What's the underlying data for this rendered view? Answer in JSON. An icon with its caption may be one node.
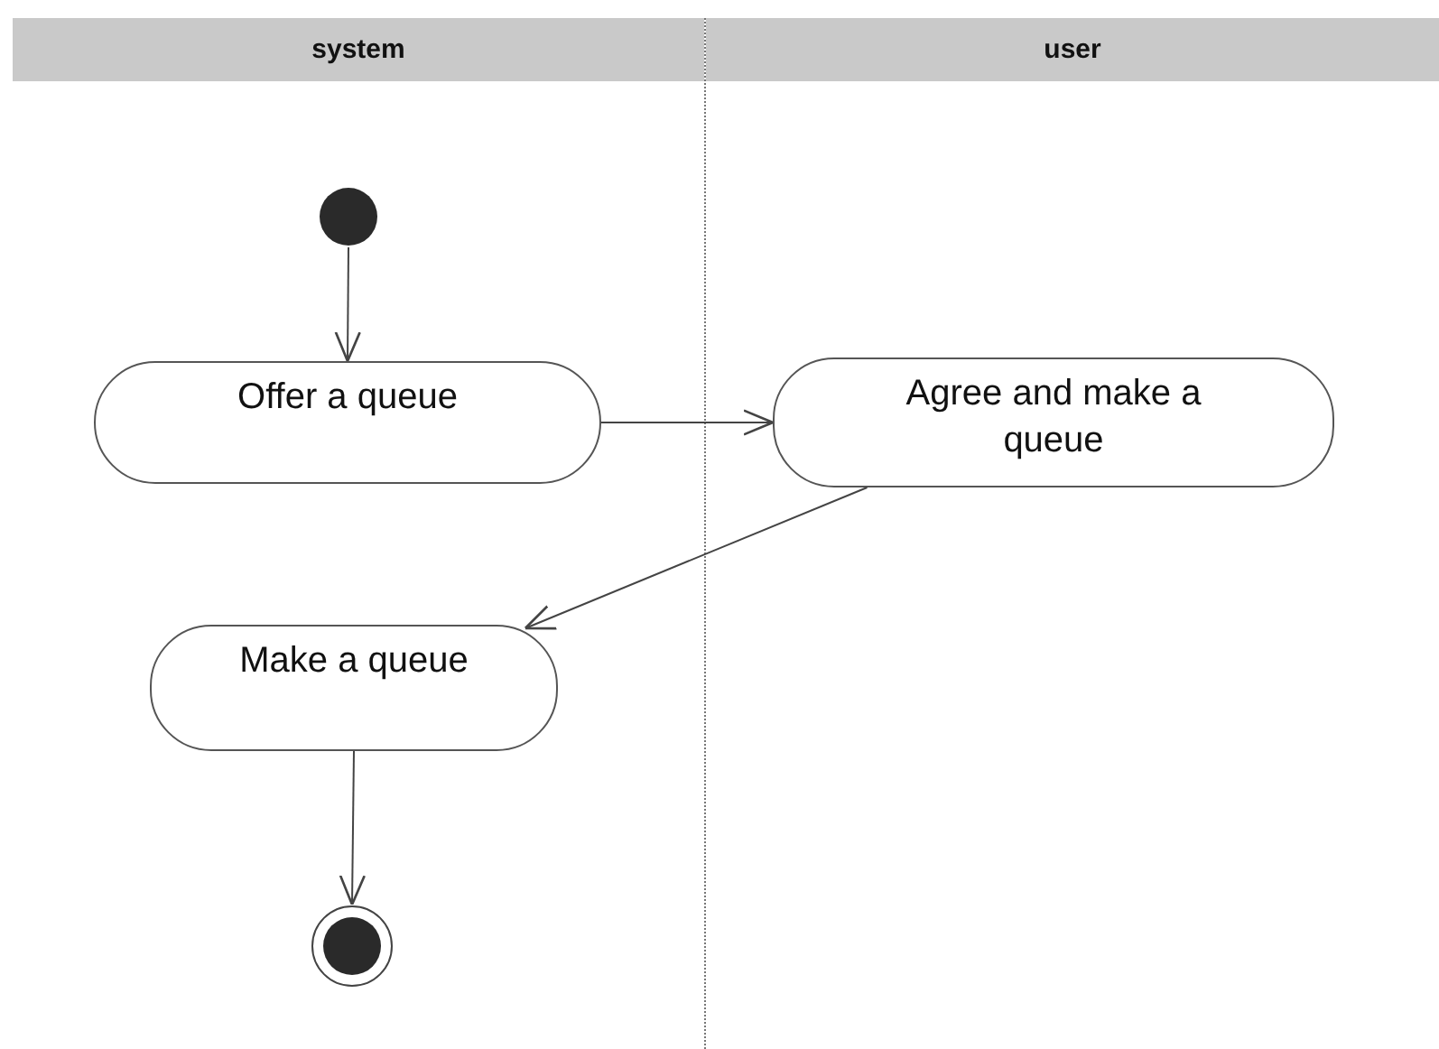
{
  "diagram": {
    "nodes": [
      {
        "text": [
          "system"
        ]
      },
      {
        "text": [
          "user"
        ]
      },
      {
        "text": [],
        "shape": "circle",
        "in": 0
      },
      {
        "text": [
          "Offer a queue"
        ],
        "in": 0
      },
      {
        "text": [
          "Agree and make a queue"
        ],
        "in": 1
      },
      {
        "text": [
          "Make a queue"
        ],
        "in": 0
      },
      {
        "text": [],
        "shape": "circle",
        "in": 0
      }
    ],
    "edges": [
      {
        "from": 2,
        "to": 3,
        "arrow": "to"
      },
      {
        "from": 3,
        "to": 4,
        "arrow": "to"
      },
      {
        "from": 4,
        "to": 5,
        "arrow": "to"
      },
      {
        "from": 5,
        "to": 6,
        "arrow": "to"
      }
    ]
  }
}
